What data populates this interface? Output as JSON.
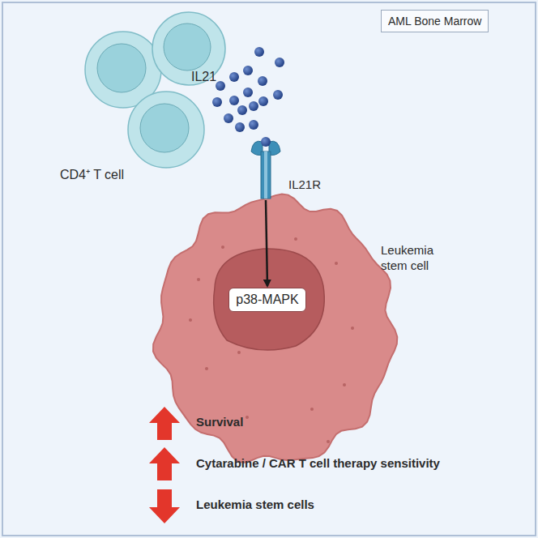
{
  "diagram": {
    "nodes": [
      {
        "text": [
          "AML Bone Marrow"
        ]
      },
      {
        "text": [
          "Leukemia stem cell"
        ]
      },
      {
        "text": [
          "IL21R"
        ]
      },
      {
        "text": [
          "p38-MAPK"
        ],
        "in": 1
      }
    ],
    "edges": [
      {
        "from": 2,
        "to": 3,
        "arrow": "to"
      }
    ],
    "labels": [
      "IL21",
      "CD4⁺ T cell",
      "Survival",
      "Cytarabine / CAR T cell therapy sensitivity",
      "Leukemia stem cells"
    ]
  }
}
